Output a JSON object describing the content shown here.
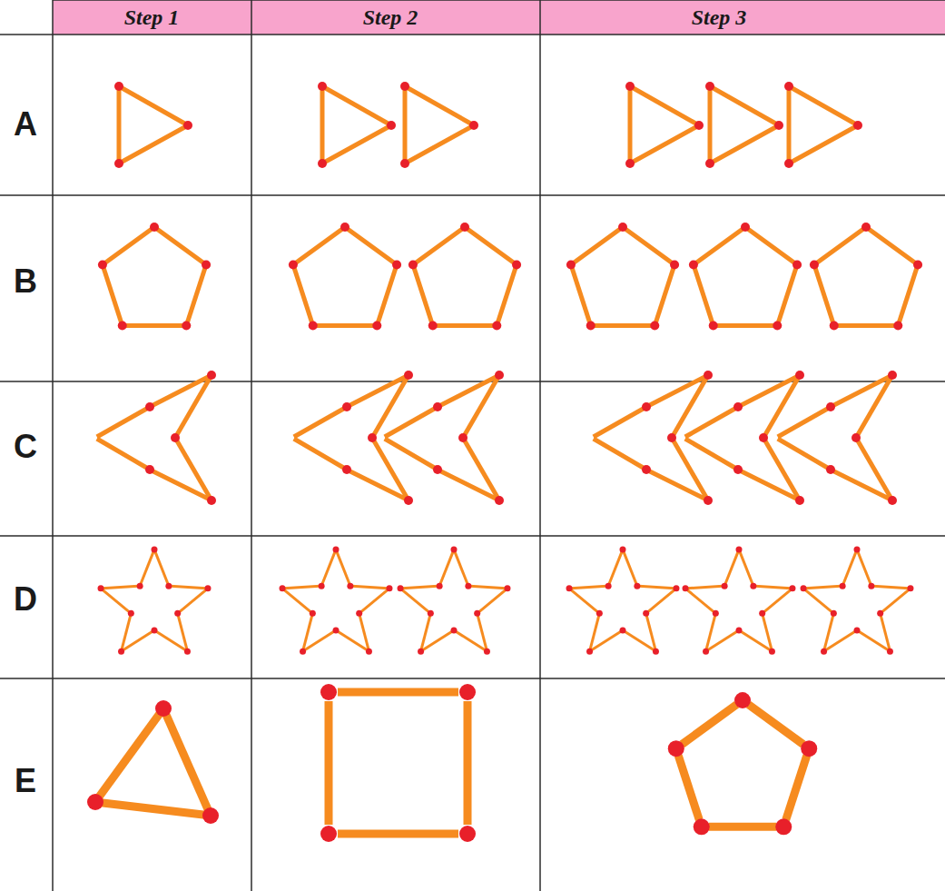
{
  "diagram": {
    "labels": [
      "Step 1",
      "Step 2",
      "Step 3",
      "A",
      "B",
      "C",
      "D",
      "E"
    ]
  }
}
